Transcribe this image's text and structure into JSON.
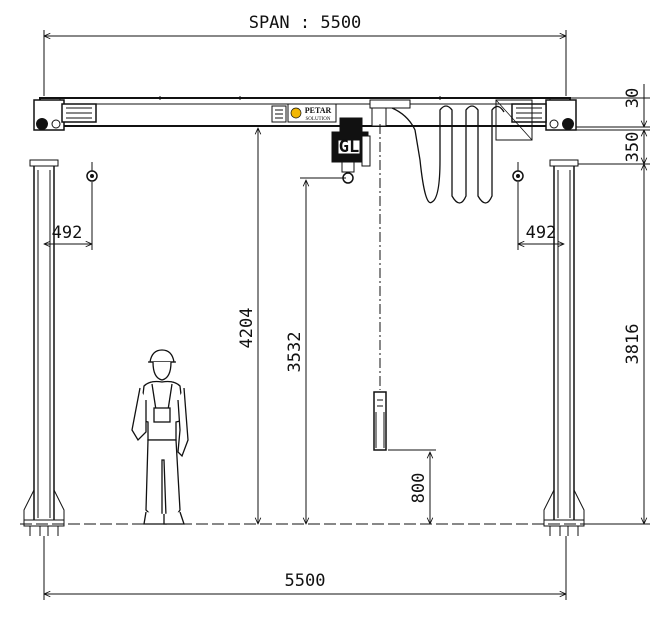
{
  "drawing": {
    "span_label": "SPAN : 5500",
    "bottom_span": "5500",
    "left_trolley_reach": "492",
    "right_trolley_reach": "492",
    "lift_height_total": "4204",
    "hook_height": "3532",
    "pendant_height": "800",
    "leg_height": "3816",
    "beam_top_offset": "30",
    "beam_depth": "350",
    "logo_name": "PETAR",
    "logo_sub": "SOLUTION",
    "hoist_label": "GL"
  },
  "colors": {
    "line": "#111111",
    "background": "#ffffff",
    "logo_accent": "#f2b705"
  }
}
